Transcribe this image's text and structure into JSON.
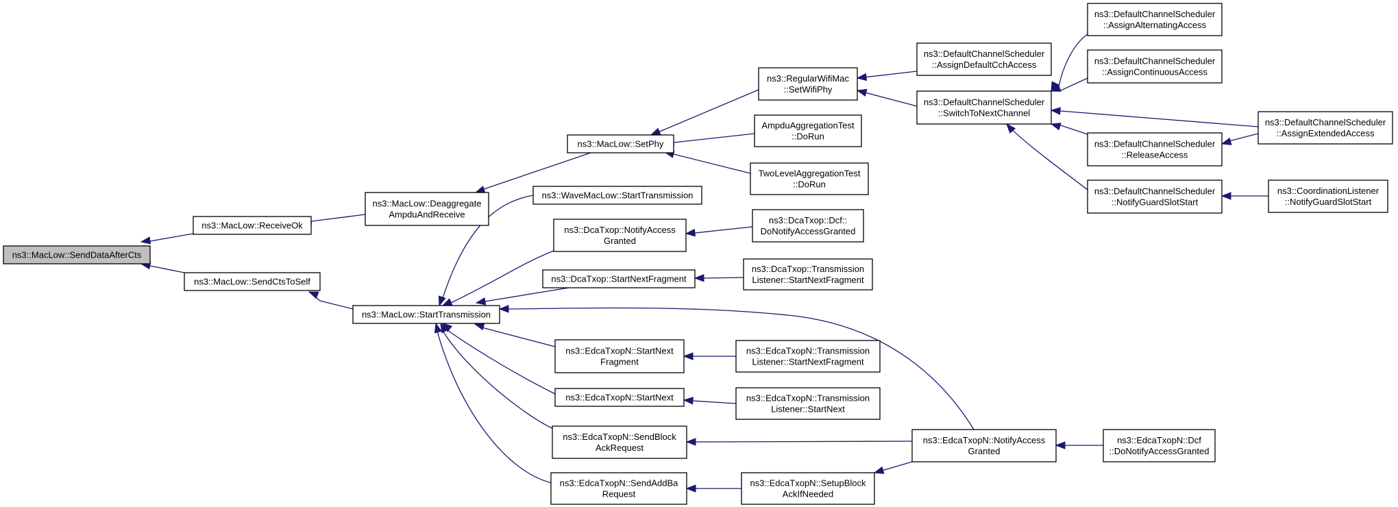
{
  "graph": {
    "type": "caller-graph",
    "colors": {
      "edge": "#191970",
      "root_fill": "#bfbfbf",
      "node_fill": "#ffffff",
      "node_border": "#000000"
    },
    "nodes": [
      {
        "id": "root",
        "lines": [
          "ns3::MacLow::SendDataAfterCts"
        ]
      },
      {
        "id": "receiveok",
        "lines": [
          "ns3::MacLow::ReceiveOk"
        ]
      },
      {
        "id": "sendctstoself",
        "lines": [
          "ns3::MacLow::SendCtsToSelf"
        ]
      },
      {
        "id": "deaggregate",
        "lines": [
          "ns3::MacLow::Deaggregate",
          "AmpduAndReceive"
        ]
      },
      {
        "id": "starttransmission",
        "lines": [
          "ns3::MacLow::StartTransmission"
        ]
      },
      {
        "id": "setphy",
        "lines": [
          "ns3::MacLow::SetPhy"
        ]
      },
      {
        "id": "regularsetwifiphy",
        "lines": [
          "ns3::RegularWifiMac",
          "::SetWifiPhy"
        ]
      },
      {
        "id": "ampdutest",
        "lines": [
          "AmpduAggregationTest",
          "::DoRun"
        ]
      },
      {
        "id": "twoleveltest",
        "lines": [
          "TwoLevelAggregationTest",
          "::DoRun"
        ]
      },
      {
        "id": "assigndefaultcch",
        "lines": [
          "ns3::DefaultChannelScheduler",
          "::AssignDefaultCchAccess"
        ]
      },
      {
        "id": "switchtonext",
        "lines": [
          "ns3::DefaultChannelScheduler",
          "::SwitchToNextChannel"
        ]
      },
      {
        "id": "assignalternating",
        "lines": [
          "ns3::DefaultChannelScheduler",
          "::AssignAlternatingAccess"
        ]
      },
      {
        "id": "assigncontinuous",
        "lines": [
          "ns3::DefaultChannelScheduler",
          "::AssignContinuousAccess"
        ]
      },
      {
        "id": "assignextended",
        "lines": [
          "ns3::DefaultChannelScheduler",
          "::AssignExtendedAccess"
        ]
      },
      {
        "id": "releaseaccess",
        "lines": [
          "ns3::DefaultChannelScheduler",
          "::ReleaseAccess"
        ]
      },
      {
        "id": "notifyguardslot",
        "lines": [
          "ns3::DefaultChannelScheduler",
          "::NotifyGuardSlotStart"
        ]
      },
      {
        "id": "coordinationlistener",
        "lines": [
          "ns3::CoordinationListener",
          "::NotifyGuardSlotStart"
        ]
      },
      {
        "id": "wavestarttransmission",
        "lines": [
          "ns3::WaveMacLow::StartTransmission"
        ]
      },
      {
        "id": "dcanotifyaccess",
        "lines": [
          "ns3::DcaTxop::NotifyAccess",
          "Granted"
        ]
      },
      {
        "id": "dcadonotify",
        "lines": [
          "ns3::DcaTxop::Dcf::",
          "DoNotifyAccessGranted"
        ]
      },
      {
        "id": "dcastartnextfragment",
        "lines": [
          "ns3::DcaTxop::StartNextFragment"
        ]
      },
      {
        "id": "dcatransmissionlistener",
        "lines": [
          "ns3::DcaTxop::Transmission",
          "Listener::StartNextFragment"
        ]
      },
      {
        "id": "edcastartnextfragment",
        "lines": [
          "ns3::EdcaTxopN::StartNext",
          "Fragment"
        ]
      },
      {
        "id": "edcatlnextfragment",
        "lines": [
          "ns3::EdcaTxopN::Transmission",
          "Listener::StartNextFragment"
        ]
      },
      {
        "id": "edcastartnext",
        "lines": [
          "ns3::EdcaTxopN::StartNext"
        ]
      },
      {
        "id": "edcatlstartnext",
        "lines": [
          "ns3::EdcaTxopN::Transmission",
          "Listener::StartNext"
        ]
      },
      {
        "id": "edcasendblockack",
        "lines": [
          "ns3::EdcaTxopN::SendBlock",
          "AckRequest"
        ]
      },
      {
        "id": "edcasendaddba",
        "lines": [
          "ns3::EdcaTxopN::SendAddBa",
          "Request"
        ]
      },
      {
        "id": "edcasetupblockack",
        "lines": [
          "ns3::EdcaTxopN::SetupBlock",
          "AckIfNeeded"
        ]
      },
      {
        "id": "edcanotifyaccess",
        "lines": [
          "ns3::EdcaTxopN::NotifyAccess",
          "Granted"
        ]
      },
      {
        "id": "edcadcfdonotify",
        "lines": [
          "ns3::EdcaTxopN::Dcf",
          "::DoNotifyAccessGranted"
        ]
      }
    ],
    "edges": [
      {
        "from": "receiveok",
        "to": "root"
      },
      {
        "from": "sendctstoself",
        "to": "root"
      },
      {
        "from": "deaggregate",
        "to": "receiveok"
      },
      {
        "from": "starttransmission",
        "to": "sendctstoself"
      },
      {
        "from": "setphy",
        "to": "deaggregate"
      },
      {
        "from": "regularsetwifiphy",
        "to": "setphy"
      },
      {
        "from": "ampdutest",
        "to": "setphy"
      },
      {
        "from": "twoleveltest",
        "to": "setphy"
      },
      {
        "from": "assigndefaultcch",
        "to": "regularsetwifiphy"
      },
      {
        "from": "switchtonext",
        "to": "regularsetwifiphy"
      },
      {
        "from": "assignalternating",
        "to": "switchtonext"
      },
      {
        "from": "assigncontinuous",
        "to": "switchtonext"
      },
      {
        "from": "assignextended",
        "to": "switchtonext"
      },
      {
        "from": "releaseaccess",
        "to": "switchtonext"
      },
      {
        "from": "notifyguardslot",
        "to": "switchtonext"
      },
      {
        "from": "assignextended",
        "to": "releaseaccess"
      },
      {
        "from": "coordinationlistener",
        "to": "notifyguardslot"
      },
      {
        "from": "wavestarttransmission",
        "to": "starttransmission"
      },
      {
        "from": "dcanotifyaccess",
        "to": "starttransmission"
      },
      {
        "from": "dcastartnextfragment",
        "to": "starttransmission"
      },
      {
        "from": "edcastartnextfragment",
        "to": "starttransmission"
      },
      {
        "from": "edcastartnext",
        "to": "starttransmission"
      },
      {
        "from": "edcasendblockack",
        "to": "starttransmission"
      },
      {
        "from": "edcasendaddba",
        "to": "starttransmission"
      },
      {
        "from": "edcanotifyaccess",
        "to": "starttransmission"
      },
      {
        "from": "dcadonotify",
        "to": "dcanotifyaccess"
      },
      {
        "from": "dcatransmissionlistener",
        "to": "dcastartnextfragment"
      },
      {
        "from": "edcatlnextfragment",
        "to": "edcastartnextfragment"
      },
      {
        "from": "edcatlstartnext",
        "to": "edcastartnext"
      },
      {
        "from": "edcanotifyaccess",
        "to": "edcasendblockack"
      },
      {
        "from": "edcasetupblockack",
        "to": "edcasendaddba"
      },
      {
        "from": "edcanotifyaccess",
        "to": "edcasetupblockack"
      },
      {
        "from": "edcadcfdonotify",
        "to": "edcanotifyaccess"
      }
    ]
  }
}
